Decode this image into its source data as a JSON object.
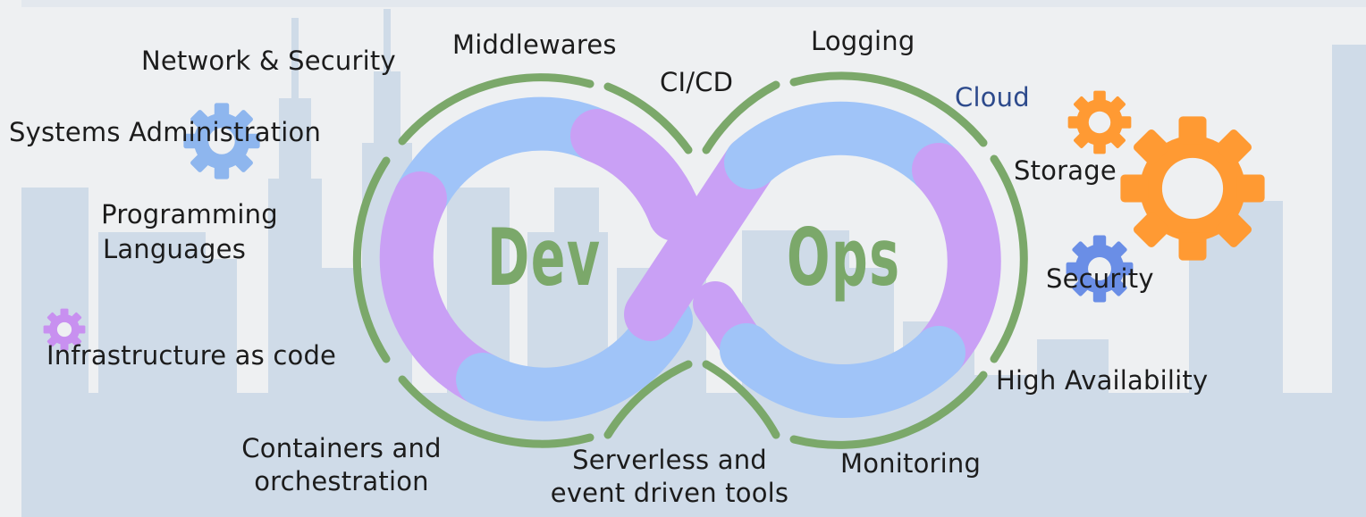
{
  "logo": {
    "dev_word": "Dev",
    "ops_word": "Ops"
  },
  "labels": {
    "network_security": "Network & Security",
    "middlewares": "Middlewares",
    "logging": "Logging",
    "cicd": "CI/CD",
    "cloud": "Cloud",
    "systems_admin": "Systems Administration",
    "storage": "Storage",
    "programming_1": "Programming",
    "programming_2": "Languages",
    "security": "Security",
    "iac": "Infrastructure as code",
    "high_availability": "High Availability",
    "containers_1": "Containers and",
    "containers_2": "orchestration",
    "serverless_1": "Serverless and",
    "serverless_2": "event driven tools",
    "monitoring": "Monitoring"
  },
  "colors": {
    "background": "#eef0f2",
    "skyline": "#cfdbe8",
    "ring_green": "#7ba86a",
    "ring_blue": "#a0c4f8",
    "ring_purple": "#c9a0f5",
    "gear_orange": "#ff9a33",
    "gear_blue_light": "#8eb6ee",
    "gear_blue": "#6a8ee6",
    "gear_purple": "#c890f0",
    "cloud_text": "#2d4a8c"
  },
  "icons": [
    "gear-icon"
  ]
}
